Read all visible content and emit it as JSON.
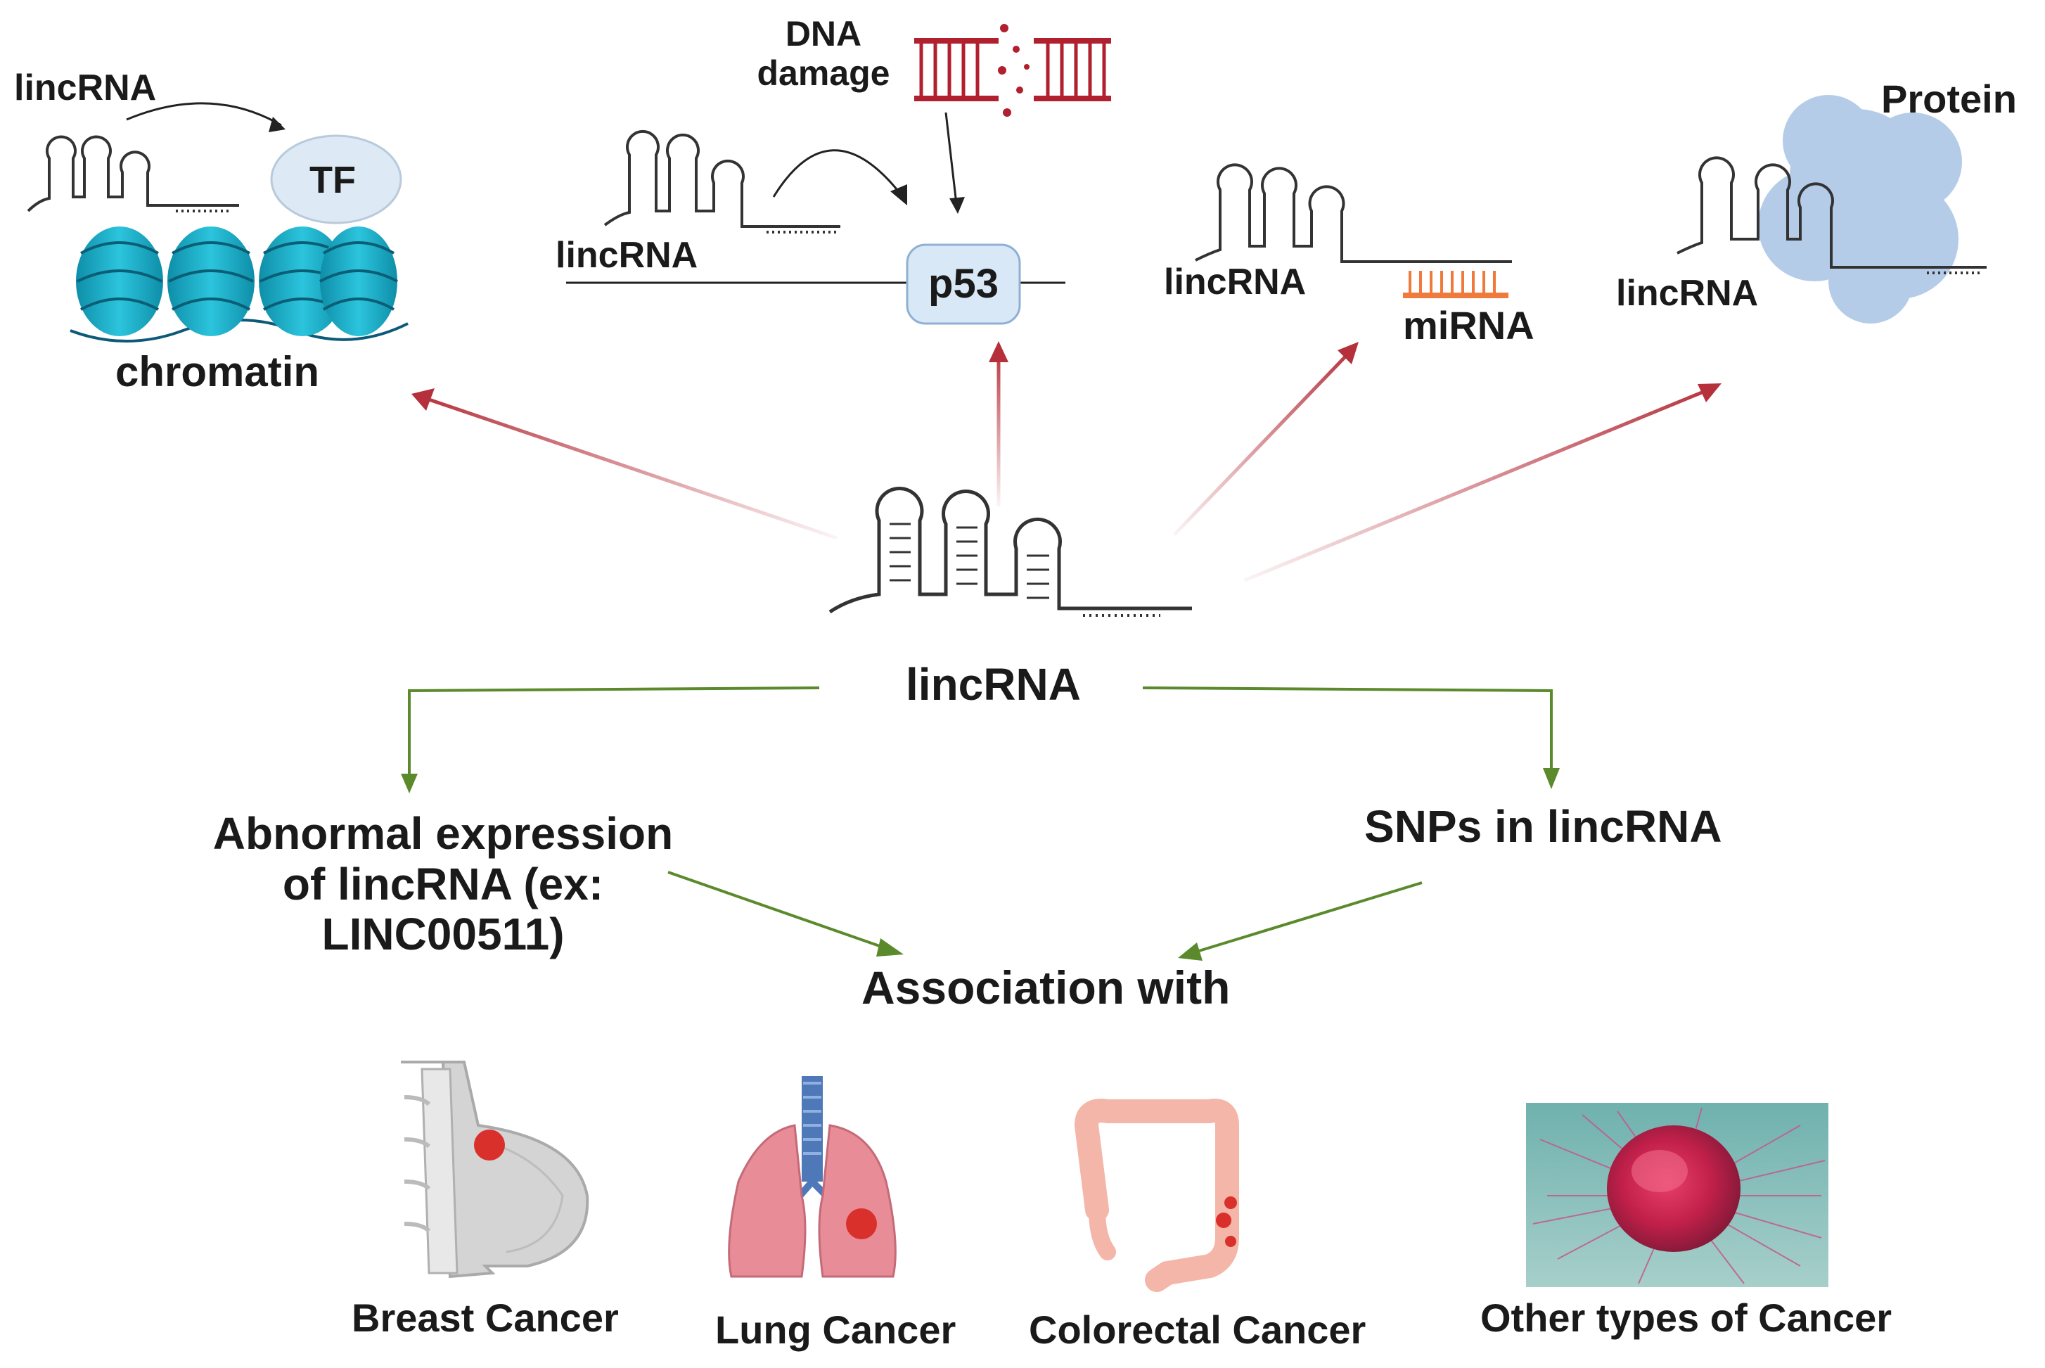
{
  "panels": {
    "chromatin": {
      "lincrna": "lincRNA",
      "tf": "TF",
      "chromatin": "chromatin"
    },
    "p53": {
      "dna_damage_line1": "DNA",
      "dna_damage_line2": "damage",
      "lincrna": "lincRNA",
      "p53": "p53"
    },
    "mirna": {
      "lincrna": "lincRNA",
      "mirna": "miRNA"
    },
    "protein": {
      "protein": "Protein",
      "lincrna": "lincRNA"
    }
  },
  "center": {
    "lincrna": "lincRNA"
  },
  "branches": {
    "abnormal_line1": "Abnormal expression",
    "abnormal_line2": "of lincRNA (ex:",
    "abnormal_line3": "LINC00511)",
    "snps": "SNPs in lincRNA",
    "association": "Association with"
  },
  "cancers": [
    {
      "label": "Breast Cancer"
    },
    {
      "label": "Lung Cancer"
    },
    {
      "label": "Colorectal Cancer"
    },
    {
      "label": "Other types of Cancer"
    }
  ],
  "colors": {
    "red_arrow": "#b5303b",
    "green_arrow": "#5b8a2c",
    "nucleosome": "#19aec9",
    "tf_fill": "#dde9f4",
    "p53_fill": "#d9e8f7",
    "protein_blob": "#a9c4e6",
    "mirna": "#f07a3c",
    "dna_damage": "#b0202e",
    "tumor": "#d9302c",
    "lung": "#e88d98",
    "colon": "#f4b6a8"
  }
}
